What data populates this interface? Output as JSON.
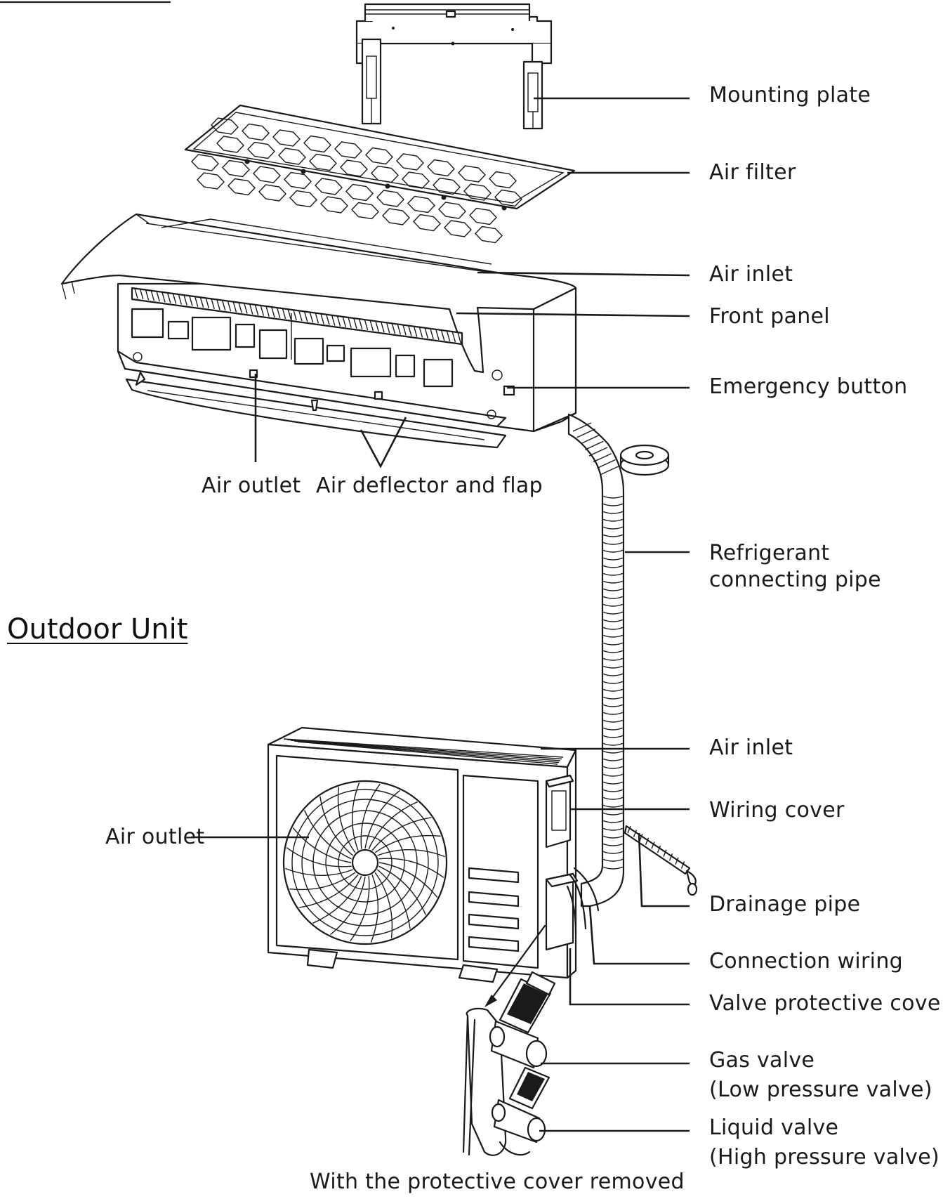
{
  "indoor_labels": {
    "mounting_plate": "Mounting plate",
    "air_filter": "Air filter",
    "air_inlet": "Air inlet",
    "front_panel": "Front panel",
    "emergency_button": "Emergency button",
    "air_outlet": "Air outlet",
    "air_deflector": "Air deflector and flap"
  },
  "refrigerant_pipe": {
    "line1": "Refrigerant",
    "line2": "connecting pipe"
  },
  "outdoor_section_title": "Outdoor Unit",
  "outdoor_labels": {
    "air_inlet": "Air inlet",
    "wiring_cover": "Wiring cover",
    "air_outlet": "Air outlet",
    "drainage_pipe": "Drainage pipe",
    "connection_wiring": "Connection wiring",
    "valve_protective_cover": "Valve protective cove",
    "gas_valve_line1": "Gas valve",
    "gas_valve_line2": "(Low pressure valve)",
    "liquid_valve_line1": "Liquid valve",
    "liquid_valve_line2": "(High pressure valve)"
  },
  "caption": "With the protective cover removed",
  "icons": {
    "fan": "fan-grille-icon",
    "valve": "service-valve-icon"
  },
  "colors": {
    "line": "#1a1a1a",
    "background": "#ffffff"
  }
}
